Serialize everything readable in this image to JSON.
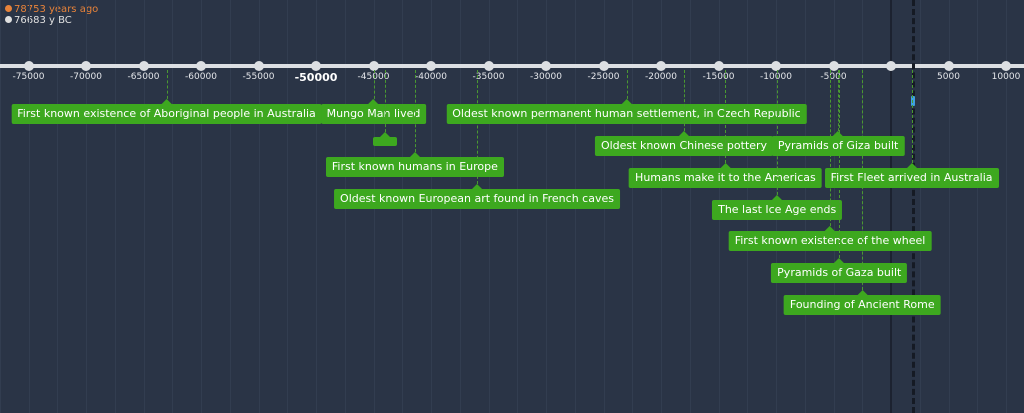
{
  "legend": {
    "years_ago": "78753 years ago",
    "year_bc": "76683 y BC",
    "years_ago_color": "#e8833a",
    "year_bc_color": "#e0e0e0"
  },
  "axis": {
    "ticks": [
      -75000,
      -70000,
      -65000,
      -60000,
      -55000,
      -50000,
      -45000,
      -40000,
      -35000,
      -30000,
      -25000,
      -20000,
      -15000,
      -10000,
      -5000,
      5000,
      10000
    ],
    "major_tick": -50000,
    "now_year": 2000
  },
  "events": [
    {
      "label": "First known existence of Aboriginal people in Australia",
      "year": -63000
    },
    {
      "label": "Mungo Man lived",
      "year": -45000
    },
    {
      "label": "",
      "year": -44000
    },
    {
      "label": "First known humans in Europe",
      "year": -41400
    },
    {
      "label": "Oldest known European art found in French caves",
      "year": -36000
    },
    {
      "label": "Oldest known permanent human settlement, in Czech Republic",
      "year": -23000
    },
    {
      "label": "Oldest known Chinese pottery",
      "year": -18000
    },
    {
      "label": "Humans make it to the Americas",
      "year": -14400
    },
    {
      "label": "The last Ice Age ends",
      "year": -9900
    },
    {
      "label": "First known existence of the wheel",
      "year": -5300
    },
    {
      "label": "Pyramids of Gaza built",
      "year": -4500
    },
    {
      "label": "Founding of Ancient Rome",
      "year": -2500
    },
    {
      "label": "Pyramids of Giza built",
      "year": -4600
    },
    {
      "label": "First Fleet arrived in Australia",
      "year": 1788
    }
  ]
}
